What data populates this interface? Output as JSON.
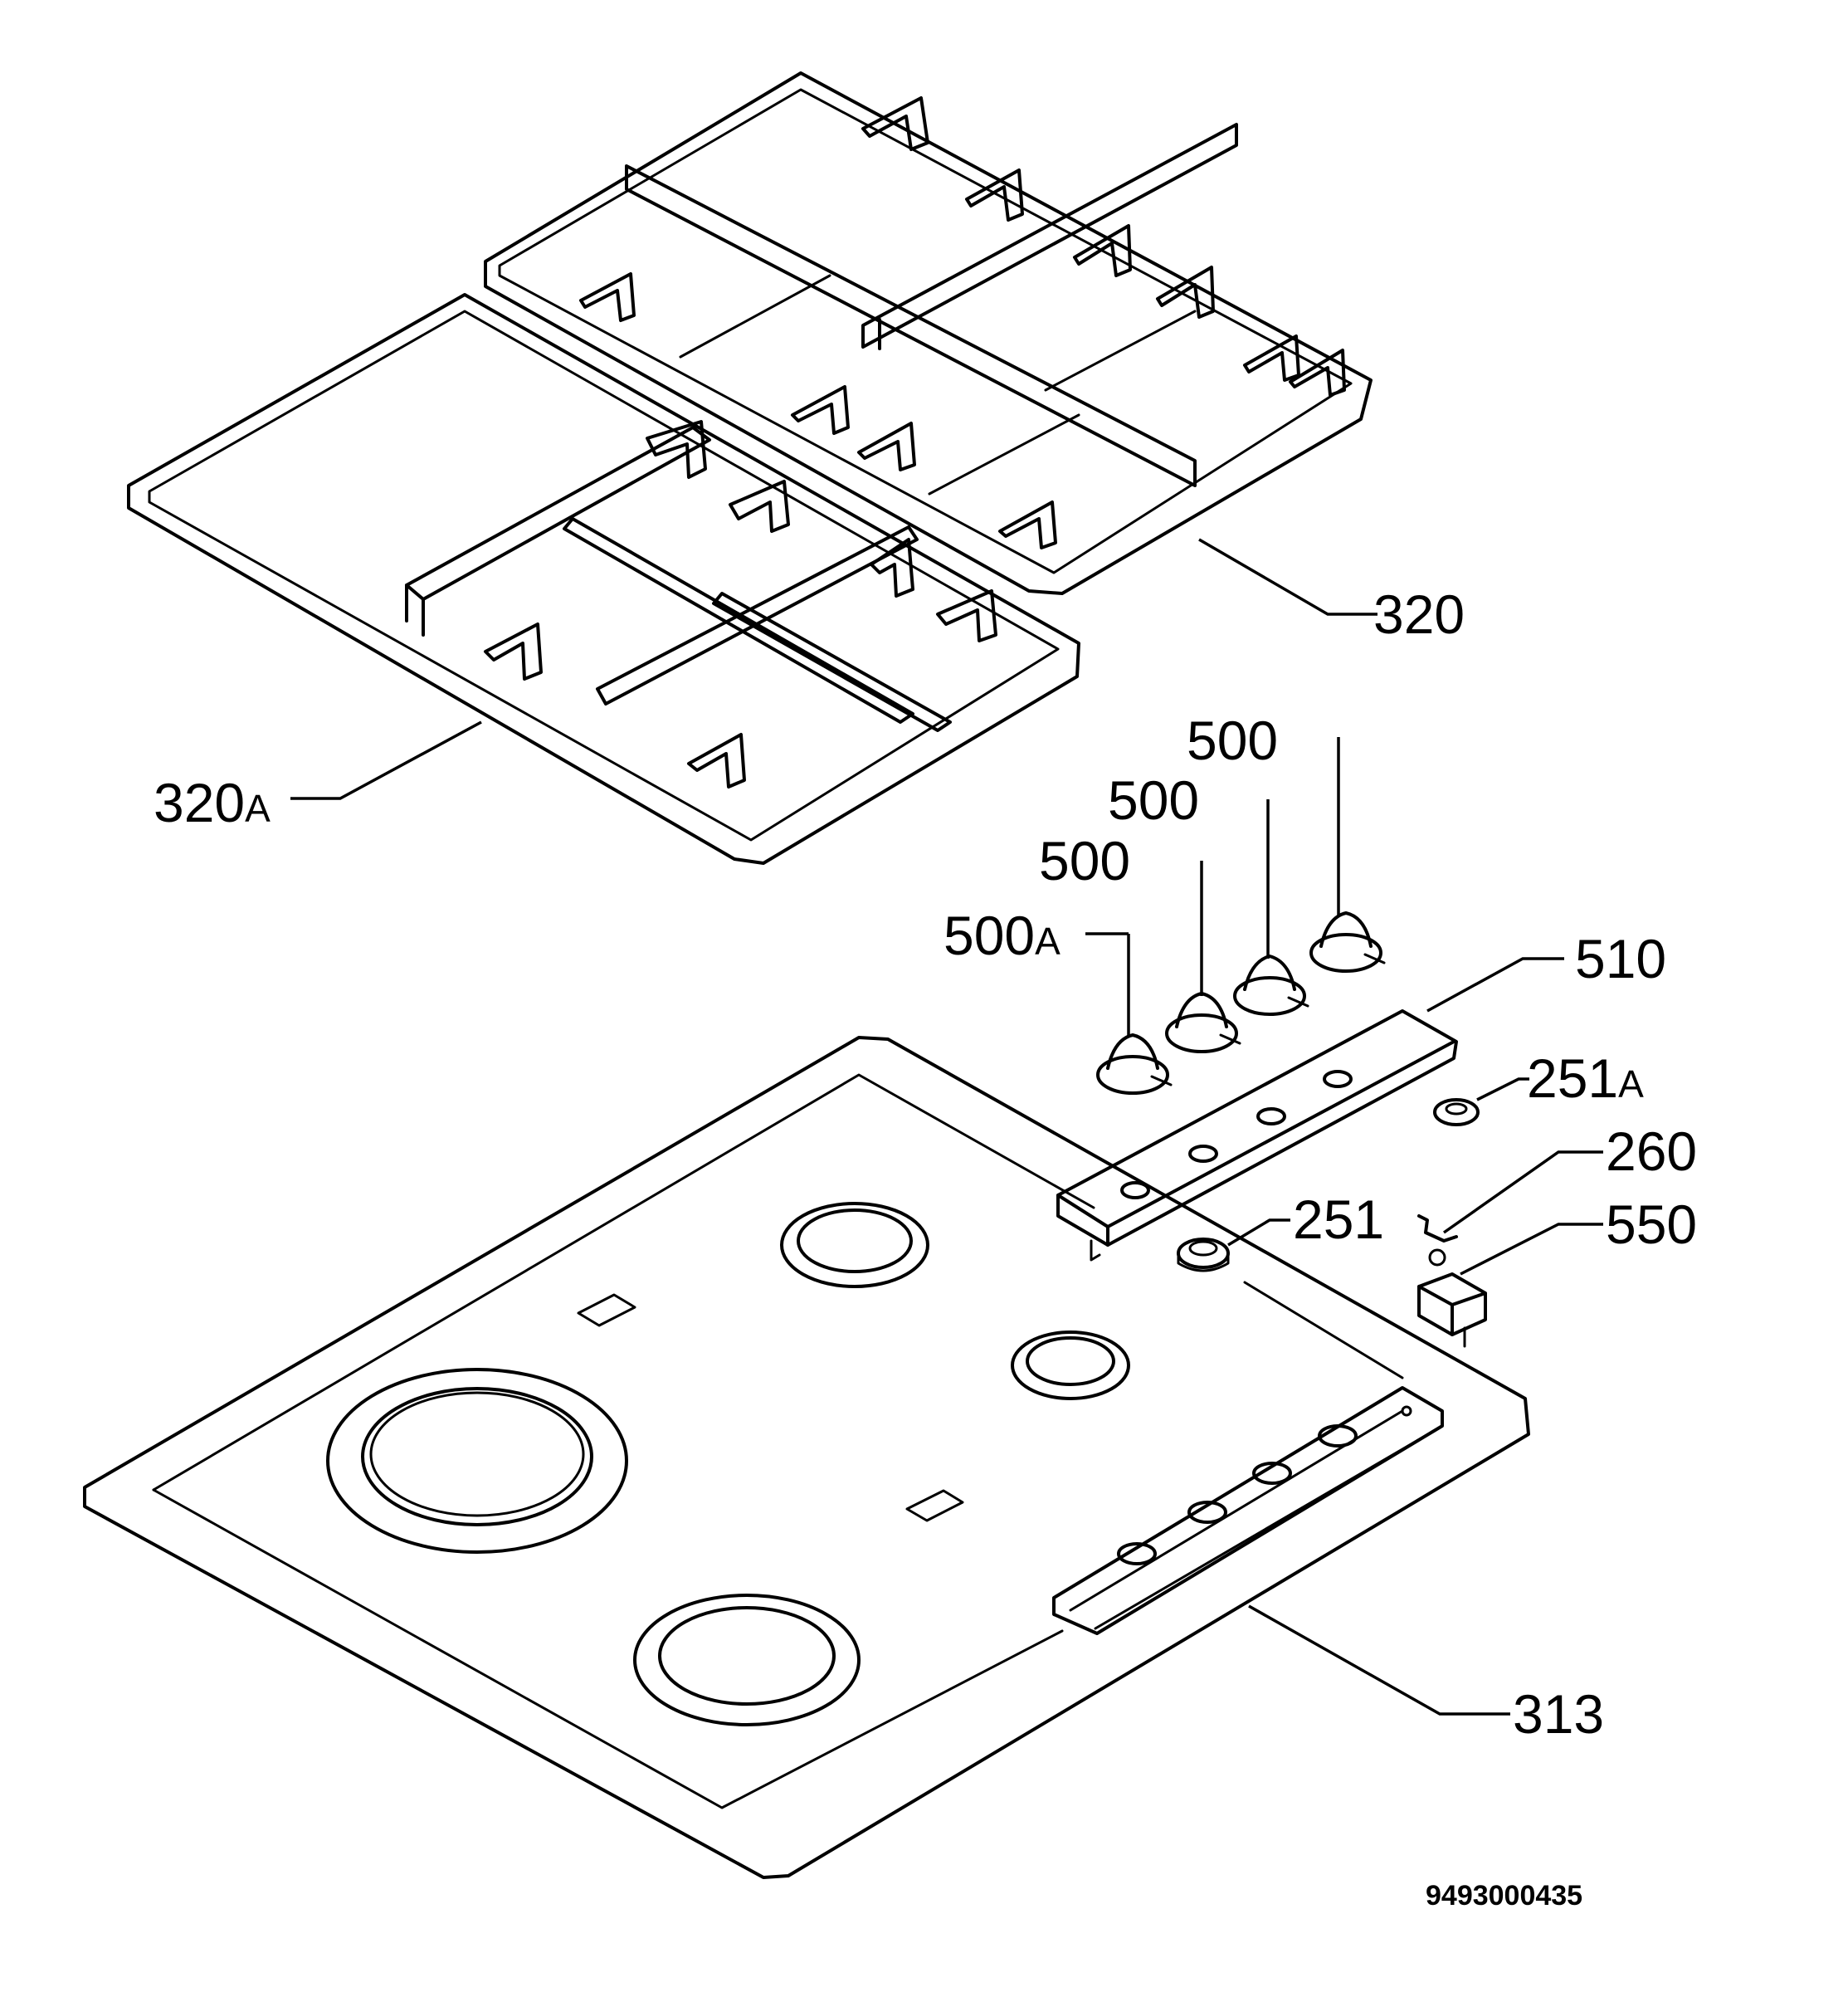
{
  "callouts": {
    "grid_right": "320",
    "grid_left": "320",
    "grid_left_suffix": "A",
    "knob_1": "500",
    "knob_2": "500",
    "knob_3": "500",
    "knob_4": "500",
    "knob_4_suffix": "A",
    "panel": "510",
    "bushing_a": "251",
    "bushing_a_suffix": "A",
    "clip": "260",
    "switch": "550",
    "bushing": "251",
    "hob": "313"
  },
  "document_number": "9493000435"
}
